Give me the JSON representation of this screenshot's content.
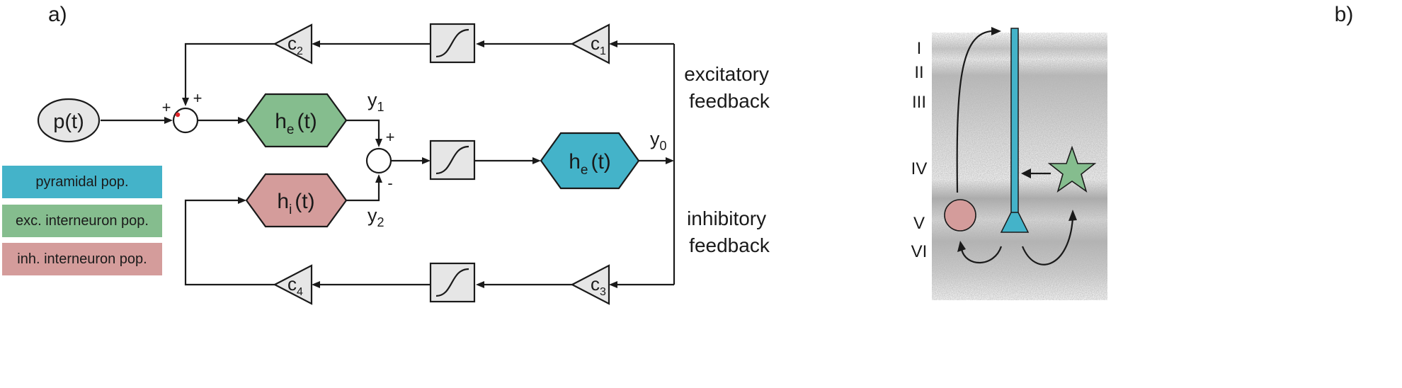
{
  "colors": {
    "pyramidal": "#44b3c9",
    "excitatory": "#85bd8e",
    "inhibitory": "#d49c9b",
    "box": "#e6e6e6",
    "line": "#1a1a1a",
    "tissue": "#bdbdbd"
  },
  "panel_a": {
    "label": "a)",
    "input": "p(t)",
    "sum_top": {
      "left_sign": "+",
      "top_sign": "+"
    },
    "sum_mid": {
      "top_sign": "+",
      "bottom_sign": "-"
    },
    "gains": {
      "c1": {
        "base": "c",
        "sub": "1"
      },
      "c2": {
        "base": "c",
        "sub": "2"
      },
      "c3": {
        "base": "c",
        "sub": "3"
      },
      "c4": {
        "base": "c",
        "sub": "4"
      }
    },
    "blocks": {
      "exc": {
        "base": "h",
        "sub": "e",
        "arg": "(t)"
      },
      "inh": {
        "base": "h",
        "sub": "i",
        "arg": "(t)"
      },
      "pyr": {
        "base": "h",
        "sub": "e",
        "arg": "(t)"
      }
    },
    "signals": {
      "y0": {
        "base": "y",
        "sub": "0"
      },
      "y1": {
        "base": "y",
        "sub": "1"
      },
      "y2": {
        "base": "y",
        "sub": "2"
      }
    },
    "feedback": {
      "excitatory": [
        "excitatory",
        "feedback"
      ],
      "inhibitory": [
        "inhibitory",
        "feedback"
      ]
    }
  },
  "legend": {
    "pyramidal": "pyramidal pop.",
    "excitatory": "exc. interneuron pop.",
    "inhibitory": "inh. interneuron pop."
  },
  "panel_b": {
    "label": "b)",
    "layers": [
      "I",
      "II",
      "III",
      "IV",
      "V",
      "VI"
    ]
  }
}
